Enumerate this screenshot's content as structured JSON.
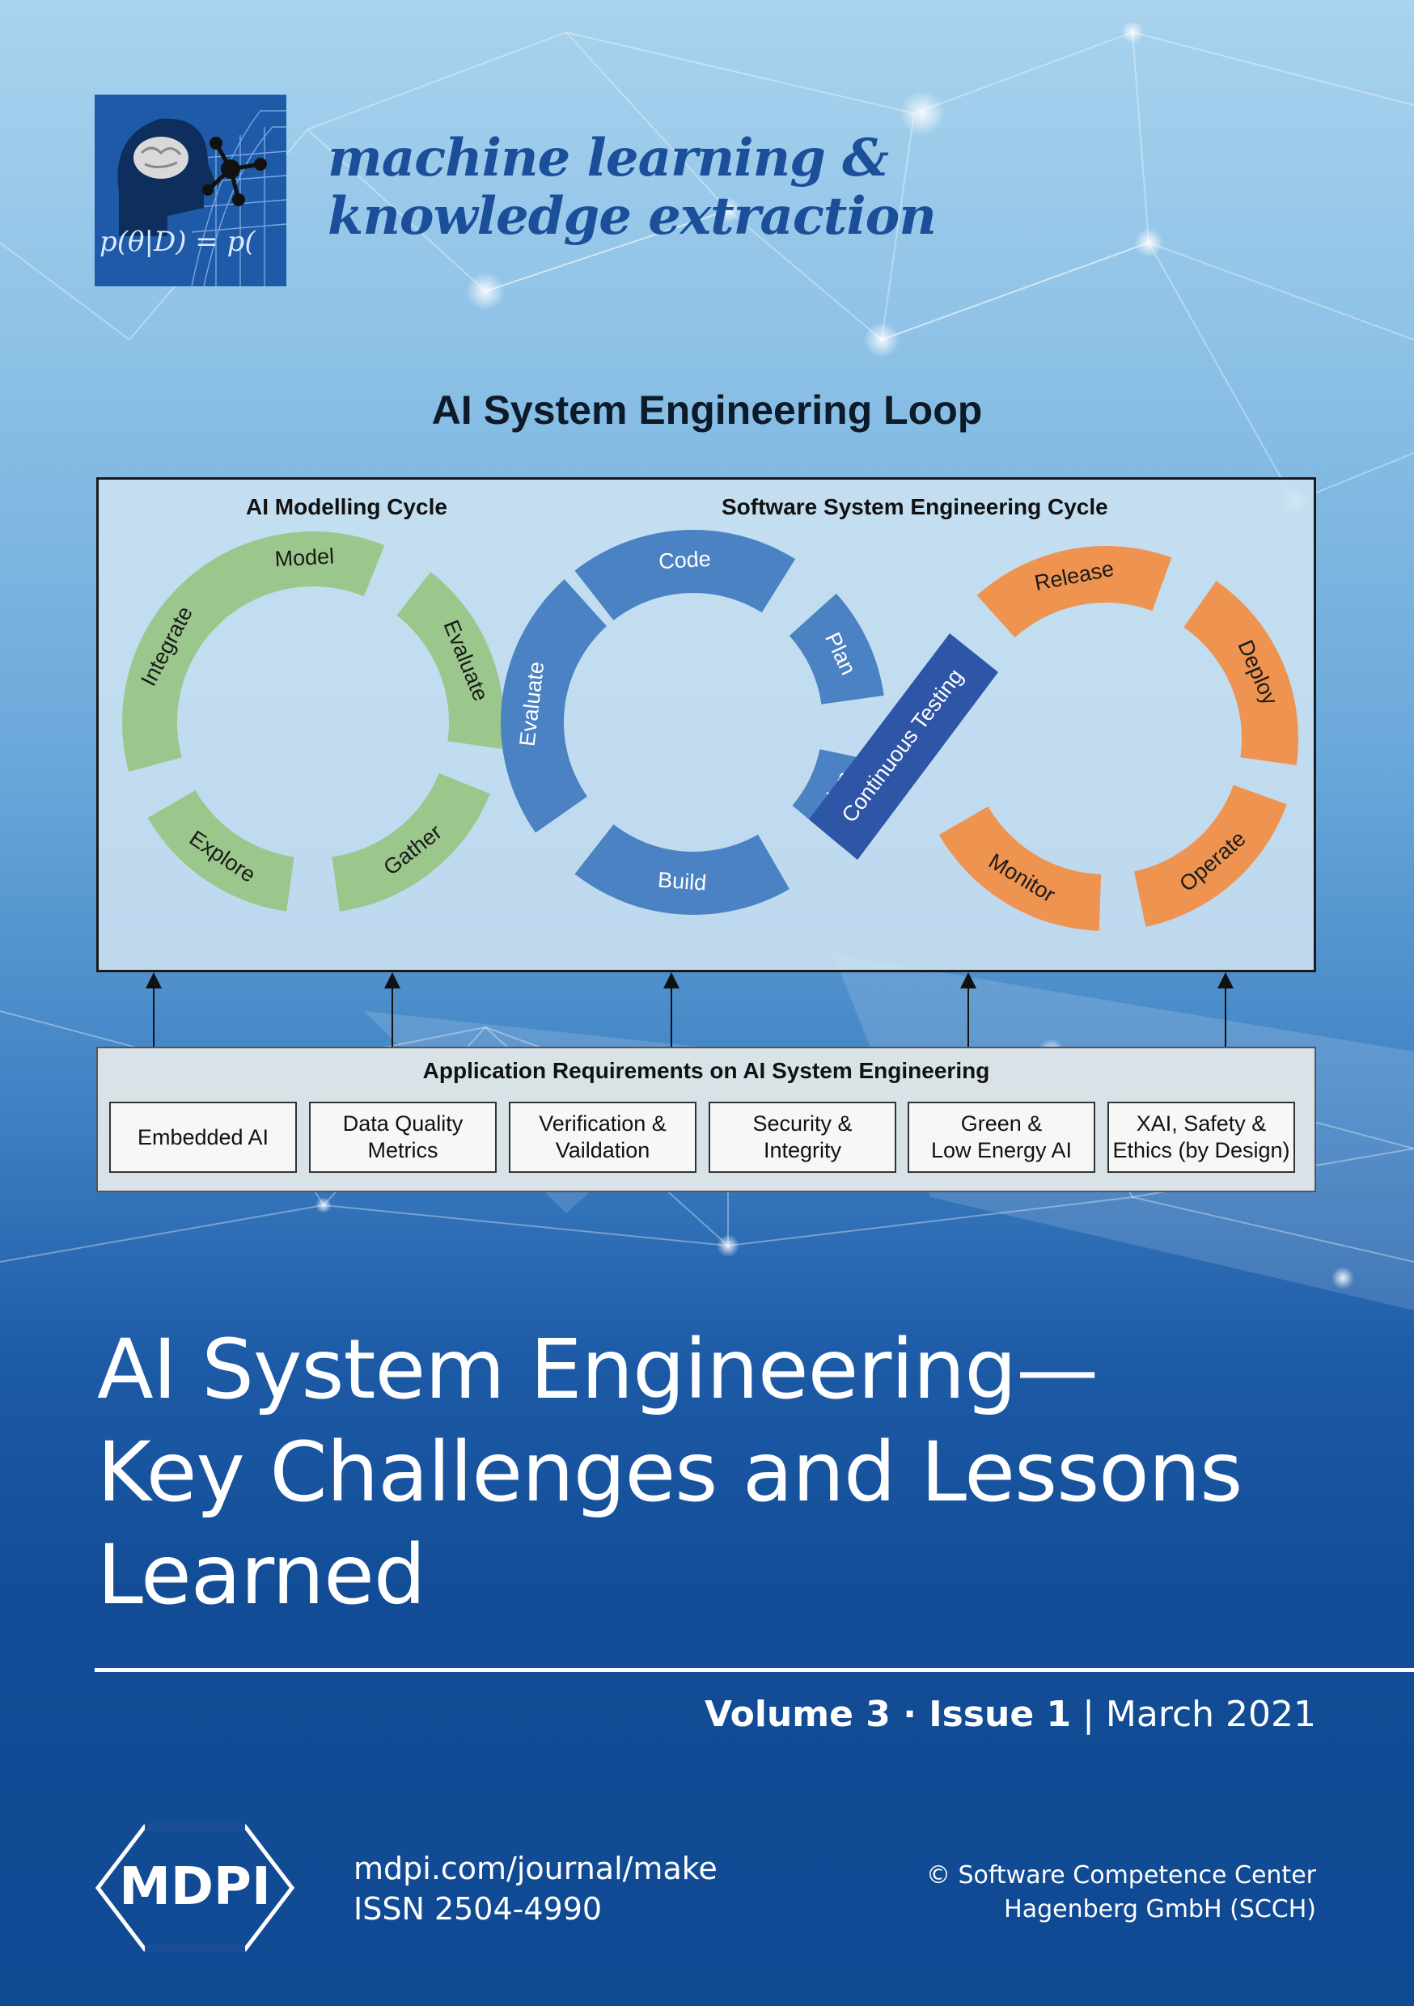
{
  "journal": {
    "name_line1": "machine learning &",
    "name_line2": "knowledge extraction",
    "logo_formula": "p(θ|D) = p("
  },
  "diagram": {
    "title": "AI System Engineering Loop",
    "ai_cycle_title": "AI Modelling Cycle",
    "sw_cycle_title": "Software System Engineering Cycle",
    "ai_cycle": [
      "Model",
      "Evaluate",
      "Gather",
      "Explore",
      "Integrate"
    ],
    "sw_left": [
      "Code",
      "Plan",
      "Evaluate",
      "Build",
      "Plan"
    ],
    "sw_right": [
      "Release",
      "Deploy",
      "Operate",
      "Monitor"
    ],
    "continuous": "Continuous Testing",
    "colors": {
      "green": "#9bc78c",
      "blue": "#4a82c3",
      "orange": "#ef9350",
      "dark_blue": "#2f55a7"
    }
  },
  "requirements": {
    "title": "Application Requirements on AI System Engineering",
    "items": [
      "Embedded AI",
      "Data Quality\nMetrics",
      "Verification &\nVaildation",
      "Security &\nIntegrity",
      "Green &\nLow Energy AI",
      "XAI, Safety &\nEthics (by Design)"
    ]
  },
  "article": {
    "title": "AI System Engineering—\nKey Challenges and Lessons\nLearned"
  },
  "issue": {
    "volume": "Volume 3",
    "separator": " · ",
    "issue": "Issue 1",
    "divider": " | ",
    "date": "March 2021"
  },
  "publisher": {
    "logo_text": "MDPI",
    "url": "mdpi.com/journal/make",
    "issn": "ISSN 2504-4990",
    "copyright_line1": "© Software Competence Center",
    "copyright_line2": "Hagenberg GmbH (SCCH)"
  }
}
